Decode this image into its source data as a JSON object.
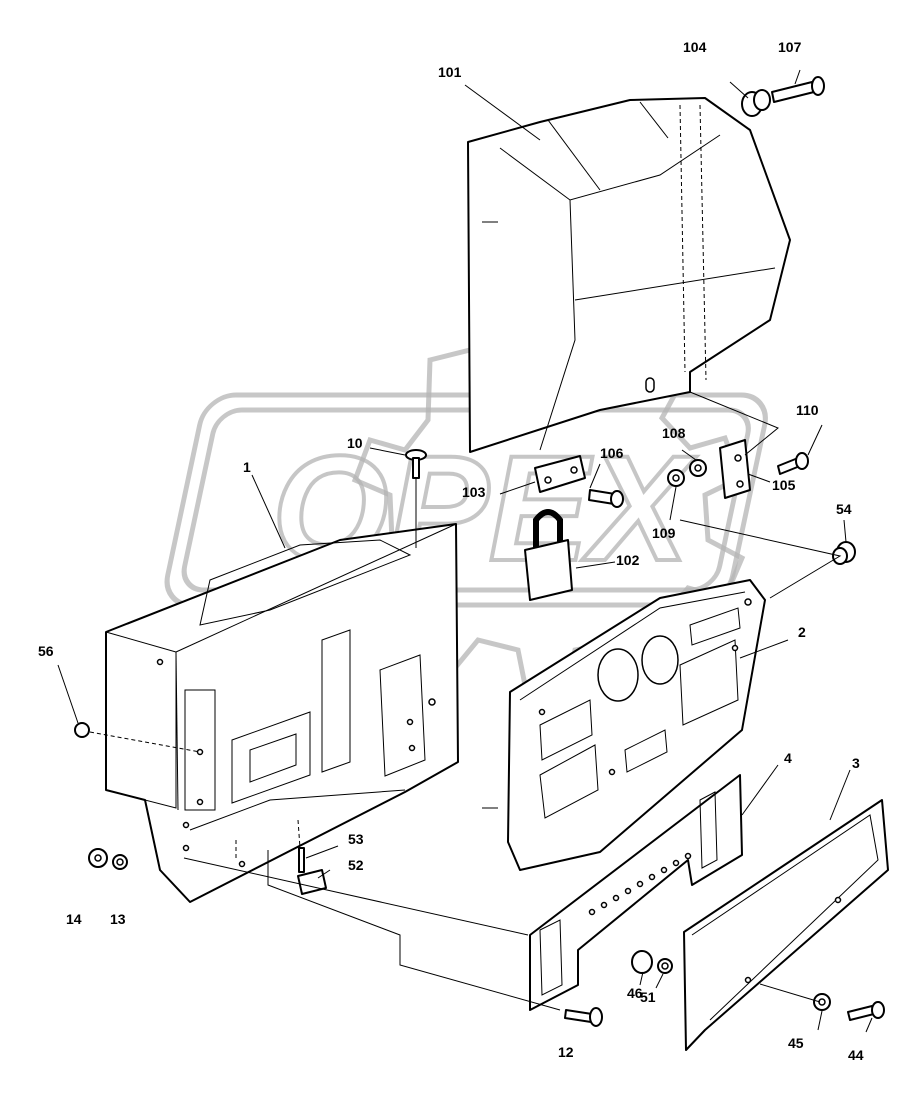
{
  "watermark": {
    "brand_text": "OPEX"
  },
  "callouts": {
    "c1": "1",
    "c2": "2",
    "c3": "3",
    "c4": "4",
    "c10": "10",
    "c12": "12",
    "c13": "13",
    "c14": "14",
    "c44": "44",
    "c45": "45",
    "c46": "46",
    "c51": "51",
    "c52": "52",
    "c53": "53",
    "c54": "54",
    "c56": "56",
    "c101": "101",
    "c102": "102",
    "c103": "103",
    "c104": "104",
    "c105": "105",
    "c106": "106",
    "c107": "107",
    "c108": "108",
    "c109": "109",
    "c110": "110"
  }
}
